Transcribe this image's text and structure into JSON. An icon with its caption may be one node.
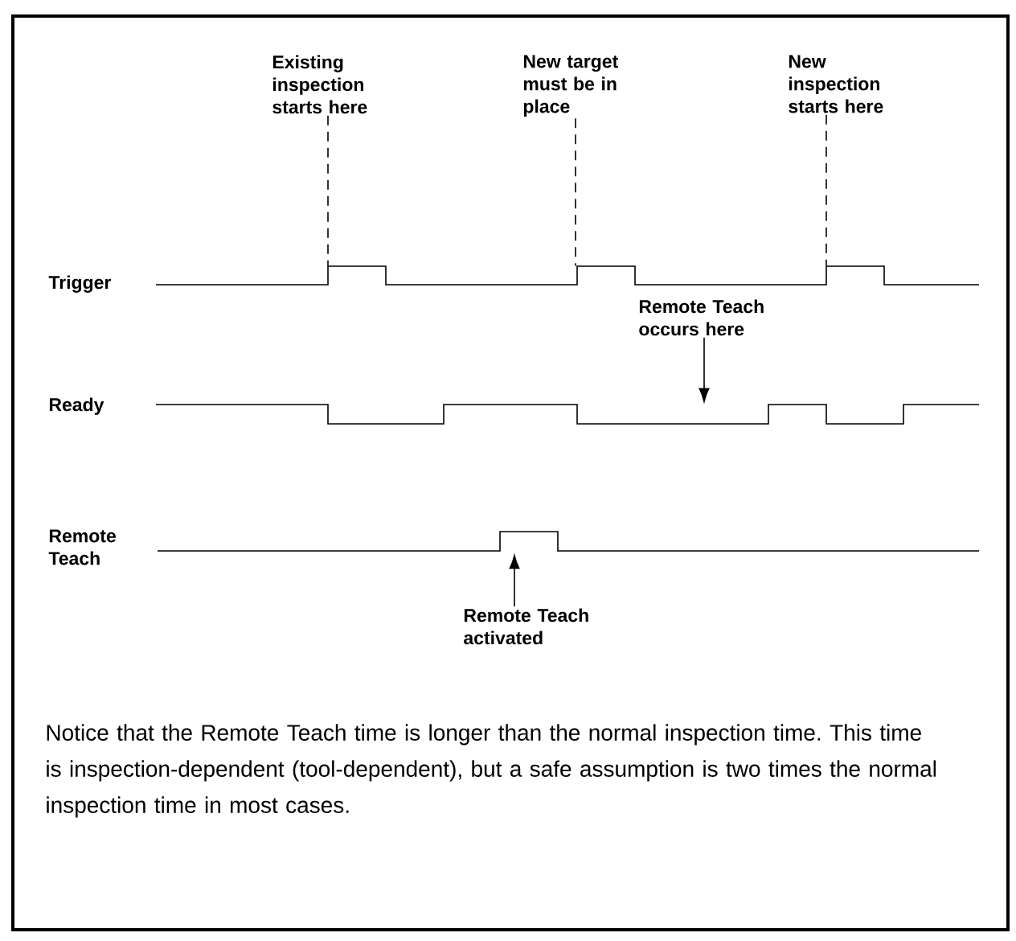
{
  "diagram": {
    "nodes": [
      {
        "text": [
          "Existing inspection starts here"
        ]
      },
      {
        "text": [
          "New target must be in place"
        ]
      },
      {
        "text": [
          "New inspection starts here"
        ]
      },
      {
        "text": [
          "Remote Teach occurs here"
        ]
      },
      {
        "text": [
          "Remote Teach activated"
        ]
      },
      {
        "text": [],
        "shape": "waveform",
        "beside": [
          "Trigger"
        ]
      },
      {
        "text": [],
        "shape": "waveform",
        "beside": [
          "Ready"
        ]
      },
      {
        "text": [],
        "shape": "waveform",
        "beside": [
          "Remote Teach"
        ]
      }
    ],
    "edges": [
      {
        "from": 0,
        "to": 5,
        "arrow": "none",
        "style": "dashed"
      },
      {
        "from": 1,
        "to": 5,
        "arrow": "none",
        "style": "dashed"
      },
      {
        "from": 2,
        "to": 5,
        "arrow": "none",
        "style": "dashed"
      },
      {
        "from": 3,
        "to": 6,
        "arrow": "to"
      },
      {
        "from": 4,
        "to": 7,
        "arrow": "to"
      }
    ],
    "labels": [
      "Notice that the Remote Teach time is longer than the normal inspection time. This time is inspection-dependent (tool-dependent), but a safe assumption is two times the normal inspection time in most cases."
    ]
  }
}
